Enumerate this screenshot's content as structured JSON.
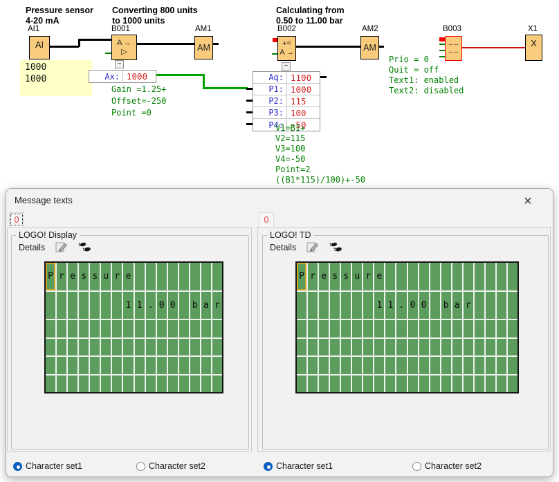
{
  "fbd": {
    "comments": [
      {
        "line1": "Pressure sensor",
        "line2": "4-20 mA"
      },
      {
        "line1": "Converting 800 units",
        "line2": "to 1000 units"
      },
      {
        "line1": "Calculating from",
        "line2": "0.50 to 11.00 bar"
      }
    ],
    "blocks": {
      "ai1": {
        "ref": "AI1",
        "line1": "AI"
      },
      "b001": {
        "ref": "B001",
        "line1": "A →",
        "line2": "▷"
      },
      "am1": {
        "ref": "AM1",
        "line1": "AM"
      },
      "b002": {
        "ref": "B002",
        "line1": "+=",
        "line2": "A →"
      },
      "am2": {
        "ref": "AM2",
        "line1": "AM"
      },
      "b003": {
        "ref": "B003",
        "line1": "-- --",
        "line2": "-- --"
      },
      "x1": {
        "ref": "X1",
        "line1": "X"
      }
    },
    "ai_values": [
      "1000",
      "1000"
    ],
    "ax_row": {
      "label": "Ax:",
      "value": "1000"
    },
    "b001_params": [
      "Gain =1.25+",
      "Offset=-250",
      "Point =0"
    ],
    "b002_table": {
      "rows": [
        {
          "label": "Aq:",
          "value": "1100"
        },
        {
          "label": "P1:",
          "value": "1000"
        },
        {
          "label": "P2:",
          "value": "115"
        },
        {
          "label": "P3:",
          "value": "100"
        },
        {
          "label": "P4:",
          "value": "-50"
        }
      ]
    },
    "b002_params": [
      "V1=B1+",
      "V2=115",
      "V3=100",
      "V4=-50",
      "Point=2",
      "((B1*115)/100)+-50"
    ],
    "b003_params": [
      "Prio = 0",
      "Quit = off",
      "Text1: enabled",
      "Text2: disabled"
    ],
    "collapse_glyph": "−"
  },
  "dialog": {
    "title": "Message texts",
    "close_glyph": "×",
    "panels": [
      {
        "tab_label": "0",
        "group_label": "LOGO! Display",
        "details_label": "Details",
        "grid": {
          "rows": 6,
          "cols": 16,
          "lines": [
            "Pressure",
            "       11.00 bar"
          ],
          "cursor": {
            "row": 0,
            "col": 0
          }
        },
        "charset_options": [
          {
            "label": "Character set1",
            "selected": true
          },
          {
            "label": "Character set2",
            "selected": false
          }
        ]
      },
      {
        "tab_label": "0",
        "group_label": "LOGO! TD",
        "details_label": "Details",
        "grid": {
          "rows": 6,
          "cols": 20,
          "lines": [
            "Pressure",
            "       11.00 bar"
          ],
          "cursor": {
            "row": 0,
            "col": 0
          }
        },
        "charset_options": [
          {
            "label": "Character set1",
            "selected": true
          },
          {
            "label": "Character set2",
            "selected": false
          }
        ]
      }
    ]
  },
  "colors": {
    "block_fill": "#f9cb7c",
    "block_border_alarm": "#f40000",
    "wire_green": "#00a400",
    "wire_red": "#cc1111",
    "param_green": "#008000",
    "label_blue": "#2a2ac8",
    "value_red": "#d42222",
    "note_yellow": "#ffffc8",
    "lcd_green": "#5c9c5c",
    "cursor_yellow": "#c9a227",
    "radio_blue": "#0b5fc0",
    "tab_red": "#e03c3c"
  }
}
